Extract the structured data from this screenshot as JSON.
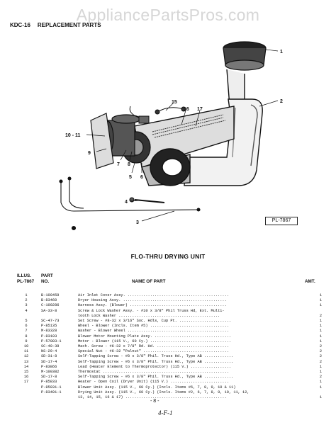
{
  "watermark": "AppliancePartsPros.com",
  "header": {
    "model": "KDC-16",
    "section": "REPLACEMENT PARTS"
  },
  "diagram": {
    "plate_id": "PL-7867",
    "callouts": [
      "1",
      "2",
      "3",
      "4",
      "5",
      "6",
      "7",
      "8",
      "9",
      "10 - 11",
      "15",
      "16",
      "17"
    ]
  },
  "title": "FLO-THRU DRYING UNIT",
  "columns": {
    "illus": "ILLUS.",
    "illus2": "PL-7867",
    "part": "PART",
    "part2": "NO.",
    "name": "NAME OF PART",
    "amt": "AMT."
  },
  "parts": [
    {
      "illus": "1",
      "part_no": "B-100459",
      "name": "Air Inlet Cover Assy. .............................................",
      "amt": "1"
    },
    {
      "illus": "2",
      "part_no": "B-83460",
      "name": "Dryer Housing Assy. ..............................................",
      "amt": "1"
    },
    {
      "illus": "3",
      "part_no": "C-100286",
      "name": "Harness Assy. (Blower) ...........................................",
      "amt": "1"
    },
    {
      "illus": "4",
      "part_no": "SA-33-8",
      "name": "Screw & Lock Washer Assy. - #10 x 3/8\" Phil Truss Hd, Ext. Multi-",
      "amt": ""
    },
    {
      "illus": "",
      "part_no": "",
      "name": "   tooth Lock Washer .............................................",
      "amt": "2"
    },
    {
      "illus": "5",
      "part_no": "SC-47-73",
      "name": "Set Screw - #8-32 x 3/16\" Soc. Hdls, Cup Pt. .......................",
      "amt": "1"
    },
    {
      "illus": "6",
      "part_no": "P-85135",
      "name": "Wheel - Blower (Incls. Item #5) ...................................",
      "amt": "1"
    },
    {
      "illus": "7",
      "part_no": "M-83328",
      "name": "Washer - Blower Wheel .............................................",
      "amt": "1"
    },
    {
      "illus": "8",
      "part_no": "P-83103",
      "name": "Blower Motor Mounting Plate Assy. ..................................",
      "amt": "1"
    },
    {
      "illus": "9",
      "part_no": "P-57083-1",
      "name": "Motor - Blower (115 V., 60 Cy.) ....................................",
      "amt": "1"
    },
    {
      "illus": "10",
      "part_no": "SC-40-39",
      "name": "Mach. Screw - #6-32 x 7/8\" Rd. Hd. ................................",
      "amt": "2"
    },
    {
      "illus": "11",
      "part_no": "NS-29-4",
      "name": "Special Nut - #6-32 \"Palnut\" ......................................",
      "amt": "2"
    },
    {
      "illus": "12",
      "part_no": "SD-31-8",
      "name": "Self-Tapping Screw - #8 x 3/8\" Phil. Truss Hd., Type AB .............",
      "amt": "2"
    },
    {
      "illus": "13",
      "part_no": "SD-17-4",
      "name": "Self-Tapping Screw - #6 x 3/8\" Phil. Truss Hd., Type AB .............",
      "amt": "2"
    },
    {
      "illus": "14",
      "part_no": "P-83866",
      "name": "Lead (Heater Element to Thermoprotector) (115 V.) ..................",
      "amt": "1"
    },
    {
      "illus": "15",
      "part_no": "M-100382",
      "name": "Thermostat ........................................................",
      "amt": "1"
    },
    {
      "illus": "16",
      "part_no": "SD-17-8",
      "name": "Self-Tapping Screw - #6 x 3/8\" Phil. Truss Hd., Type AB .............",
      "amt": "2"
    },
    {
      "illus": "17",
      "part_no": "P-85833",
      "name": "Heater - Open Coil (Dryer Unit) (115 V.) ..........................",
      "amt": "1"
    },
    {
      "illus": "",
      "part_no": "P-85931-1",
      "name": "Blower Unit Assy. (115 V., 60 Cy.) (Incls. Items #6, 7, 8, 9, 10 & 11)",
      "amt": "1"
    },
    {
      "illus": "",
      "part_no": "P-83491-1",
      "name": "Drying Unit Assy. (115 V., 60 Cy.) (Incls. Items #2, 6, 7, 8, 9, 10, 11, 12,",
      "amt": ""
    },
    {
      "illus": "",
      "part_no": "",
      "name": "   13, 14, 15, 16 & 17) .............................................",
      "amt": "1"
    }
  ],
  "footer": {
    "page": "- 8 -",
    "handwriting": "4-F-1"
  }
}
